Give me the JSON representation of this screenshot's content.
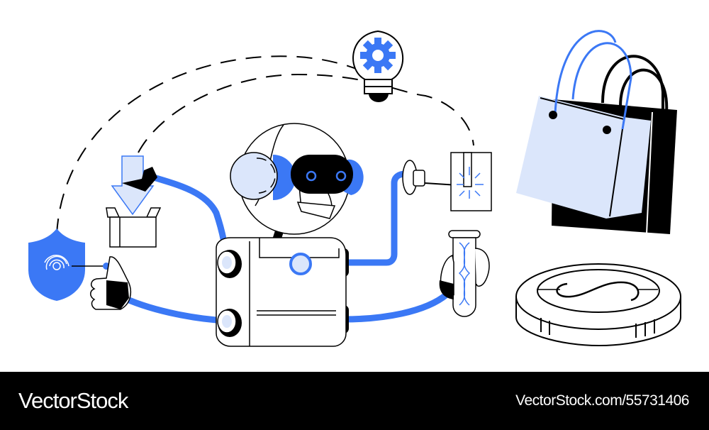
{
  "illustration": {
    "subject": "robot multitasking: security, delivery, ideas, laser, science, shopping, payments",
    "colors": {
      "accent": "#3b78f5",
      "light_fill": "#dbe6fb",
      "ink": "#000000",
      "background": "#ffffff"
    },
    "elements": [
      {
        "name": "robot",
        "icon": "robot-icon"
      },
      {
        "name": "shield",
        "icon": "fingerprint-shield-icon"
      },
      {
        "name": "delivery-box",
        "icon": "box-download-icon"
      },
      {
        "name": "lightbulb",
        "icon": "lightbulb-gear-icon"
      },
      {
        "name": "laser",
        "icon": "laser-cutter-icon"
      },
      {
        "name": "test-tube",
        "icon": "dna-test-tube-icon"
      },
      {
        "name": "shopping-bags",
        "icon": "shopping-bag-icon"
      },
      {
        "name": "coin",
        "icon": "dollar-coin-icon"
      }
    ]
  },
  "footer": {
    "brand": "VectorStock",
    "reference": "VectorStock.com/55731406"
  }
}
